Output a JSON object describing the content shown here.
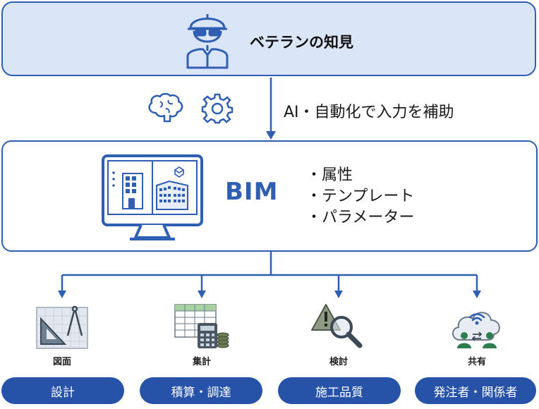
{
  "top": {
    "title": "ベテランの知見"
  },
  "assist_text": "AI・自動化で入力を補助",
  "bim": {
    "label": "BIM",
    "bullets": [
      "・属性",
      "・テンプレート",
      "・パラメーター"
    ]
  },
  "uses": [
    {
      "caption": "図面",
      "pill": "設計",
      "icon": "drafting-icon"
    },
    {
      "caption": "集計",
      "pill": "積算・調達",
      "icon": "spreadsheet-calculator-icon"
    },
    {
      "caption": "検討",
      "pill": "施工品質",
      "icon": "warning-magnifier-icon"
    },
    {
      "caption": "共有",
      "pill": "発注者・関係者",
      "icon": "cloud-share-icon"
    }
  ],
  "colors": {
    "accent": "#2f5fb3",
    "pill": "#2652a8",
    "top_fill": "#dbe5f8"
  }
}
